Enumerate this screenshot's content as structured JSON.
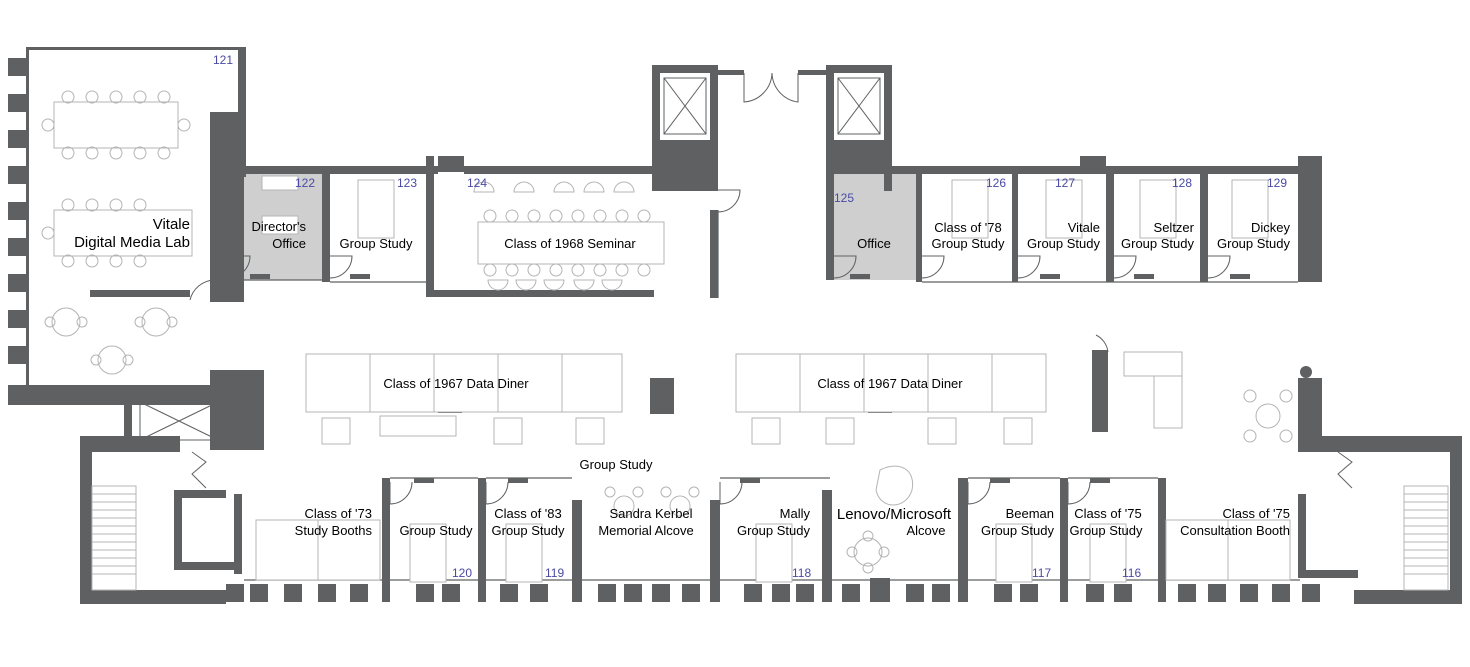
{
  "rooms": {
    "r121": {
      "number": "121",
      "line1": "Vitale",
      "line2": "Digital Media Lab"
    },
    "r122": {
      "number": "122",
      "line1": "Director's",
      "line2": "Office"
    },
    "r123": {
      "number": "123",
      "line1": "Group Study"
    },
    "r124": {
      "number": "124",
      "line1": "Class of 1968 Seminar"
    },
    "r125": {
      "number": "125",
      "line1": "Office"
    },
    "r126": {
      "number": "126",
      "line1": "Class of '78",
      "line2": "Group Study"
    },
    "r127": {
      "number": "127",
      "line1": "Vitale",
      "line2": "Group Study"
    },
    "r128": {
      "number": "128",
      "line1": "Seltzer",
      "line2": "Group Study"
    },
    "r129": {
      "number": "129",
      "line1": "Dickey",
      "line2": "Group Study"
    },
    "r120": {
      "number": "120",
      "line1": "Group Study"
    },
    "r119": {
      "number": "119",
      "line1": "Class of '83",
      "line2": "Group Study"
    },
    "r118": {
      "number": "118",
      "line1": "Mally",
      "line2": "Group Study"
    },
    "r117": {
      "number": "117",
      "line1": "Beeman",
      "line2": "Group Study"
    },
    "r116": {
      "number": "116",
      "line1": "Class of '75",
      "line2": "Group Study"
    }
  },
  "areas": {
    "diner_left": "Class of 1967 Data Diner",
    "diner_right": "Class of 1967 Data Diner",
    "group_study": "Group Study",
    "booths": {
      "line1": "Class of '73",
      "line2": "Study Booths"
    },
    "kerbel": {
      "line1": "Sandra Kerbel",
      "line2": "Memorial Alcove"
    },
    "lenovo": {
      "line1": "Lenovo/Microsoft",
      "line2": "Alcove"
    },
    "consult": {
      "line1": "Class of '75",
      "line2": "Consultation Booth"
    }
  },
  "colors": {
    "wall": "#5f6062",
    "office_fill": "#cfcfcf",
    "room_number": "#4a4aa6",
    "furniture": "#b4b4b4"
  }
}
